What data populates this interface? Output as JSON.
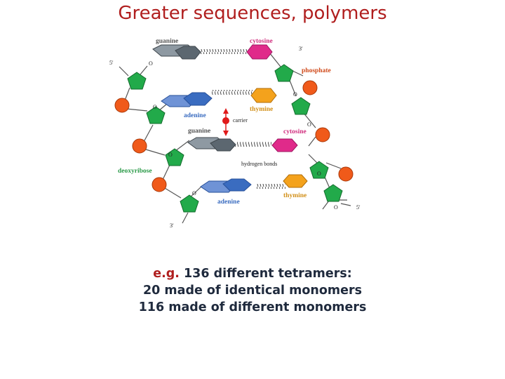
{
  "title": "Greater sequences, polymers",
  "diagram": {
    "labels": {
      "guanine_top": "guanine",
      "cytosine_top": "cytosine",
      "three_prime_top": "3'",
      "five_prime_top": "5'",
      "phosphate": "phosphate",
      "o_labels": [
        "O",
        "O",
        "O",
        "O",
        "O",
        "O",
        "O",
        "O"
      ],
      "adenine_upper": "adenine",
      "thymine_upper": "thymine",
      "carrier": "carrier",
      "guanine_middle": "guanine",
      "cytosine_middle": "cytosine",
      "deoxyribose": "deoxyribose",
      "hydrogen_bonds": "hydrogen bonds",
      "thymine_lower": "thymine",
      "adenine_lower": "adenine",
      "five_prime_bottom": "5'",
      "three_prime_bottom": "3'"
    },
    "colors": {
      "sugar": "#22aa4a",
      "phosphate": "#f05a1a",
      "guanine": "#5c6770",
      "cytosine": "#e02a8a",
      "adenine": "#3a6cc0",
      "thymine": "#f4a21c",
      "guanine_label": "#555555",
      "cytosine_label": "#d0307f",
      "thymine_label": "#d2901a",
      "adenine_label": "#3a6cc0",
      "phosphate_label": "#d04a1a",
      "deoxyribose_label": "#2a9a48",
      "carrier": "#e01a1a"
    }
  },
  "caption": {
    "eg_prefix": "e.g.",
    "line1": "136 different tetramers:",
    "line2": "20 made of identical monomers",
    "line3": "116 made of different monomers"
  }
}
